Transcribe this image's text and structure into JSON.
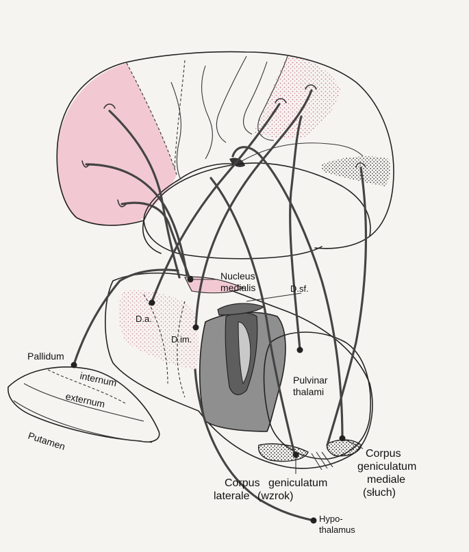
{
  "labels": {
    "nucleus_medialis": [
      "Nucleus",
      "medialis"
    ],
    "d_sf": "D.sf.",
    "d_a": "D.a.",
    "d_im": "D.im.",
    "pallidum": "Pallidum",
    "internum": "internum",
    "externum": "externum",
    "putamen": "Putamen",
    "pulvinar_thalami": [
      "Pulvinar",
      "thalami"
    ],
    "corpus_geniculatum_laterale": [
      "Corpus",
      "geniculatum",
      "laterale",
      "(wzrok)"
    ],
    "corpus_geniculatum_mediale": [
      "Corpus",
      "geniculatum",
      "mediale",
      "(słuch)"
    ],
    "hypothalamus": [
      "Hypo-",
      "thalamus"
    ]
  },
  "colors": {
    "frontal_pink": "#f2c9d2",
    "stipple_pink": "#e8aebd",
    "thalamus_grey": "#8f8f8f",
    "thalamus_dark": "#5e5e5e",
    "line": "#222222"
  }
}
